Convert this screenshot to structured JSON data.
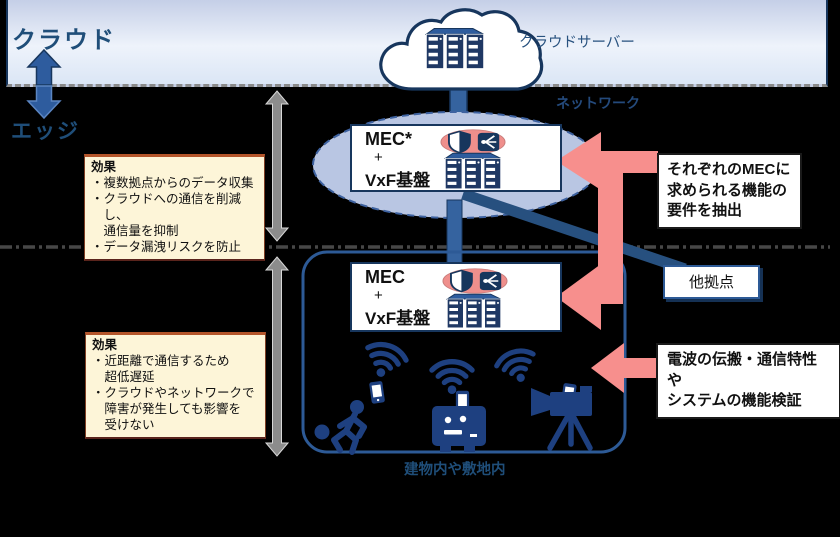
{
  "cloud": {
    "zone_label": "クラウド",
    "server_label": "クラウドサーバー"
  },
  "edge": {
    "zone_label": "エッジ",
    "network_label": "ネットワーク",
    "premises_label": "建物内や敷地内",
    "other_site_label": "他拠点"
  },
  "upper_mec": {
    "line1": "MEC*",
    "line2": "+",
    "line3": "VxF基盤"
  },
  "lower_mec": {
    "line1": "MEC",
    "line2": "+",
    "line3": "VxF基盤"
  },
  "effect_top": {
    "title": "効果",
    "bullets": [
      "・複数拠点からのデータ収集",
      "・クラウドへの通信を削減し、\n通信量を抑制",
      "・データ漏洩リスクを防止"
    ]
  },
  "effect_bottom": {
    "title": "効果",
    "bullets": [
      "・近距離で通信するため\n超低遅延",
      "・クラウドやネットワークで\n障害が発生しても影響を\n受けない"
    ]
  },
  "callout_top": "それぞれのMECに\n求められる機能の\n要件を抽出",
  "callout_bottom": "電波の伝搬・通信特性や\nシステムの機能検証",
  "icons": {
    "cloud": "cloud-icon",
    "servers": "server-rack-icon",
    "shield_network": "shield-network-ellipse-icon",
    "wifi": "wifi-signal-icon",
    "phone": "smartphone-icon",
    "runner": "running-person-icon",
    "robot": "robot-icon",
    "camera": "video-camera-icon",
    "up_arrow": "up-arrow-icon",
    "down_arrow": "down-arrow-icon",
    "scope_arrows": "vertical-extent-arrow-icon"
  },
  "colors": {
    "accent_pink": "#f78f8d",
    "navy": "#17365d",
    "blue": "#2e5c9e",
    "device_navy": "#1e4080",
    "ellipse_fill": "#b9c6e3",
    "effect_bg": "#fdf5d8",
    "band_top": "#c5cfe7",
    "band_bottom": "#dbe6f5"
  }
}
